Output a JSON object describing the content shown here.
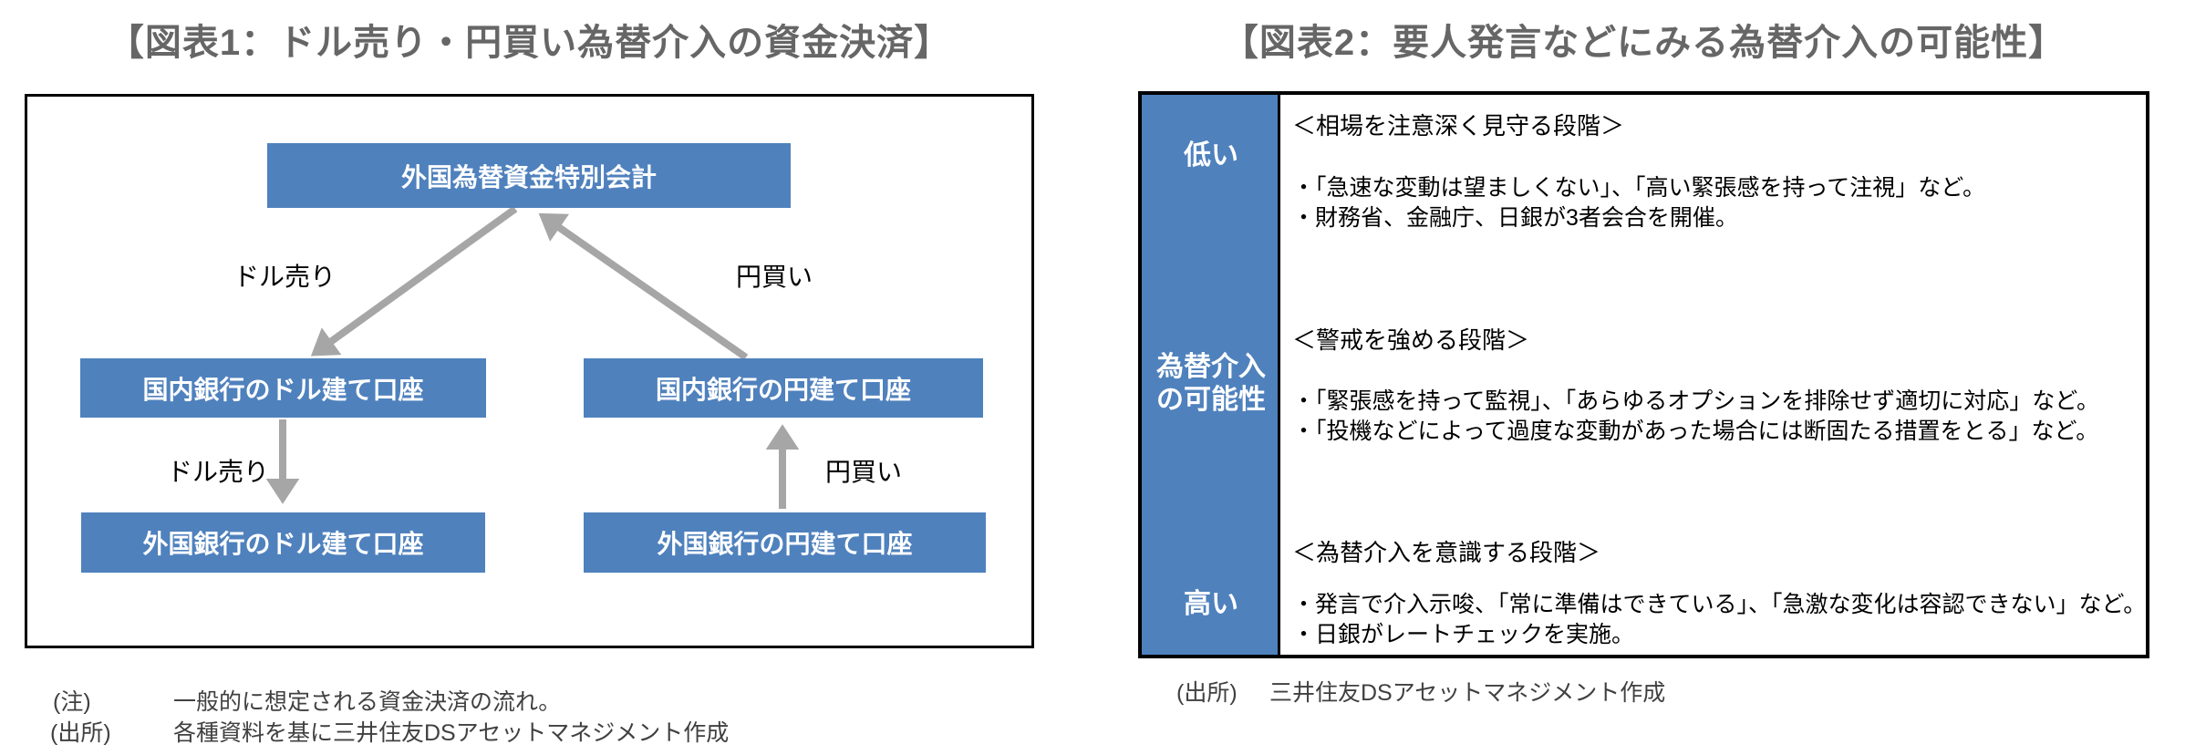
{
  "fig1": {
    "title": "【図表1：ドル売り・円買い為替介入の資金決済】",
    "nodes": {
      "special_account": "外国為替資金特別会計",
      "domestic_usd": "国内銀行のドル建て口座",
      "domestic_jpy": "国内銀行の円建て口座",
      "foreign_usd": "外国銀行のドル建て口座",
      "foreign_jpy": "外国銀行の円建て口座"
    },
    "flow_labels": {
      "dollar_sell_upper": "ドル売り",
      "yen_buy_upper": "円買い",
      "dollar_sell_lower": "ドル売り",
      "yen_buy_lower": "円買い"
    },
    "notes": [
      {
        "label": "(注)",
        "text": "一般的に想定される資金決済の流れ。"
      },
      {
        "label": "(出所)",
        "text": "各種資料を基に三井住友DSアセットマネジメント作成"
      }
    ]
  },
  "fig2": {
    "title": "【図表2：要人発言などにみる為替介入の可能性】",
    "probability_axis": {
      "low": "低い",
      "middle_line1": "為替介入",
      "middle_line2": "の可能性",
      "high": "高い"
    },
    "sections": [
      {
        "heading": "＜相場を注意深く見守る段階＞",
        "bullets": [
          "・「急速な変動は望ましくない」、「高い緊張感を持って注視」など。",
          "・財務省、金融庁、日銀が3者会合を開催。"
        ]
      },
      {
        "heading": "＜警戒を強める段階＞",
        "bullets": [
          "・「緊張感を持って監視」、「あらゆるオプションを排除せず適切に対応」など。",
          "・「投機などによって過度な変動があった場合には断固たる措置をとる」など。"
        ]
      },
      {
        "heading": "＜為替介入を意識する段階＞",
        "bullets": [
          "・発言で介入示唆、「常に準備はできている」、「急激な変化は容認できない」など。",
          "・日銀がレートチェックを実施。"
        ]
      }
    ],
    "note": {
      "label": "(出所)",
      "text": "三井住友DSアセットマネジメント作成"
    }
  },
  "colors": {
    "accent_blue": "#4F81BD",
    "arrow_gray": "#A6A6A6",
    "title_gray": "#666666",
    "border_black": "#000000"
  }
}
